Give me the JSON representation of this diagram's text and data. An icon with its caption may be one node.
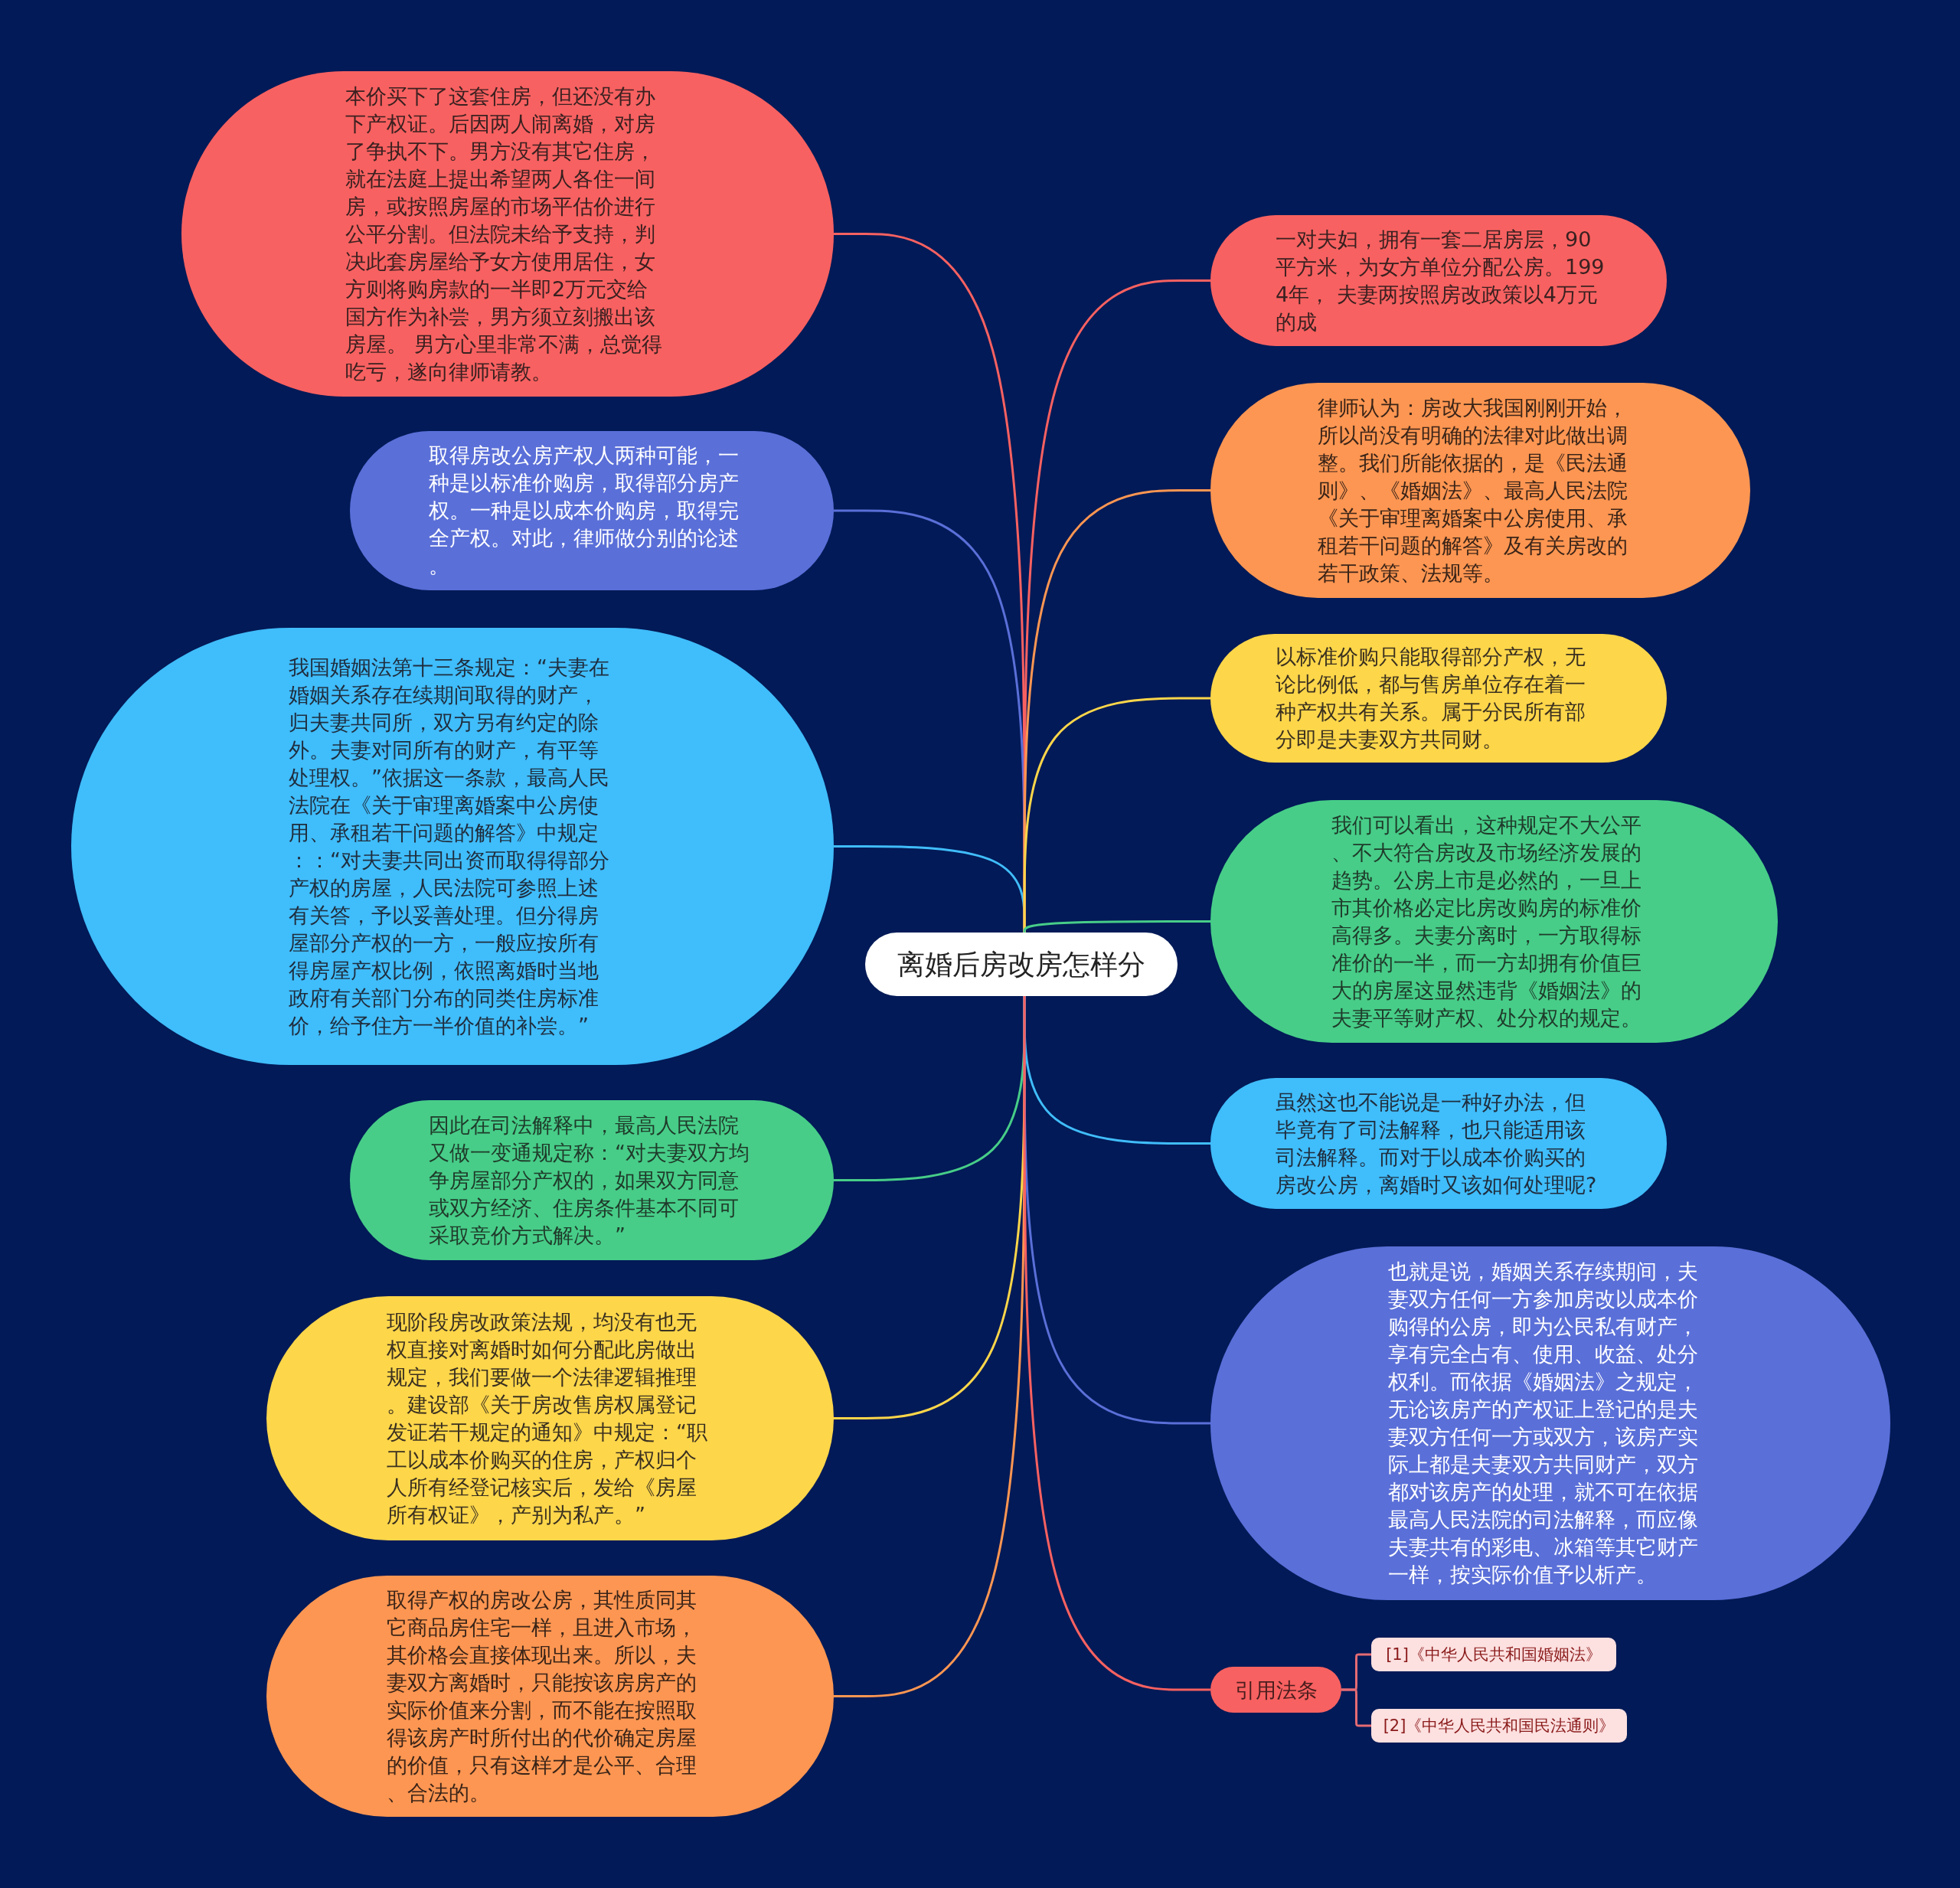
{
  "diagram": {
    "nodes": [
      {
        "text": [
          "离婚后房改房怎样分"
        ]
      },
      {
        "text": [
          "本价买下了这套住房，但还没有办下产权证。后因两人闹离婚，对房了争执不下。男方没有其它住房，就在法庭上提出希望两人各住一间房，或按照房屋的市场平估价进行公平分割。但法院未给予支持，判决此套房屋给予女方使用居住，女方则将购房款的一半即2万元交给国方作为补尝，男方须立刻搬出该房屋。 男方心里非常不满，总觉得吃亏，遂向律师请教。"
        ]
      },
      {
        "text": [
          "取得房改公房产权人两种可能，一种是以标准价购房，取得部分房产权。一种是以成本价购房，取得完全产权。对此，律师做分别的论述。"
        ]
      },
      {
        "text": [
          "我国婚姻法第十三条规定：“夫妻在婚姻关系存在续期间取得的财产，归夫妻共同所，双方另有约定的除外。夫妻对同所有的财产，有平等处理权。”依据这一条款，最高人民法院在《关于审理离婚案中公房使用、承租若干问题的解答》中规定：：“对夫妻共同出资而取得得部分产权的房屋，人民法院可参照上述有关答，予以妥善处理。但分得房屋部分产权的一方，一般应按所有得房屋产权比例，依照离婚时当地政府有关部门分布的同类住房标准价，给予住方一半价值的补尝。”"
        ]
      },
      {
        "text": [
          "因此在司法解释中，最高人民法院又做一变通规定称：“对夫妻双方均争房屋部分产权的，如果双方同意或双方经济、住房条件基本不同可采取竞价方式解决。”"
        ]
      },
      {
        "text": [
          "现阶段房改政策法规，均没有也无权直接对离婚时如何分配此房做出规定，我们要做一个法律逻辑推理。建设部《关于房改售房权属登记发证若干规定的通知》中规定：“职工以成本价购买的住房，产权归个人所有经登记核实后，发给《房屋所有权证》，产别为私产。”"
        ]
      },
      {
        "text": [
          "取得产权的房改公房，其性质同其它商品房住宅一样，且进入市场，其价格会直接体现出来。所以，夫妻双方离婚时，只能按该房房产的实际价值来分割，而不能在按照取得该房产时所付出的代价确定房屋的价值，只有这样才是公平、合理、合法的。"
        ]
      },
      {
        "text": [
          "一对夫妇，拥有一套二居房层，90平方米，为女方单位分配公房。1994年， 夫妻两按照房改政策以4万元的成"
        ]
      },
      {
        "text": [
          "律师认为：房改大我国刚刚开始，所以尚没有明确的法律对此做出调整。我们所能依据的，是《民法通则》、《婚姻法》、最高人民法院《关于审理离婚案中公房使用、承租若干问题的解答》及有关房改的若干政策、法规等。"
        ]
      },
      {
        "text": [
          "以标准价购只能取得部分产权，无论比例低，都与售房单位存在着一种产权共有关系。属于分民所有部分即是夫妻双方共同财。"
        ]
      },
      {
        "text": [
          "我们可以看出，这种规定不大公平、不大符合房改及市场经济发展的趋势。公房上市是必然的，一旦上市其价格必定比房改购房的标准价高得多。夫妻分离时，一方取得标准价的一半，而一方却拥有价值巨大的房屋这显然违背《婚姻法》的夫妻平等财产权、处分权的规定。"
        ]
      },
      {
        "text": [
          "虽然这也不能说是一种好办法，但毕竟有了司法解释，也只能适用该司法解释。而对于以成本价购买的房改公房，离婚时又该如何处理呢?"
        ]
      },
      {
        "text": [
          "也就是说，婚姻关系存续期间，夫妻双方任何一方参加房改以成本价购得的公房，即为公民私有财产，享有完全占有、使用、收益、处分权利。而依据《婚姻法》之规定，无论该房产的产权证上登记的是夫妻双方任何一方或双方，该房产实际上都是夫妻双方共同财产，双方都对该房产的处理，就不可在依据最高人民法院的司法解释，而应像夫妻共有的彩电、冰箱等其它财产一样，按实际价值予以析产。"
        ]
      },
      {
        "text": [
          "引用法条"
        ]
      },
      {
        "text": [
          "[1]《中华人民共和国婚姻法》"
        ]
      },
      {
        "text": [
          "[2]《中华人民共和国民法通则》"
        ]
      }
    ],
    "edges": [
      {
        "from": 0,
        "to": 1,
        "arrow": "none",
        "color": "#f86161"
      },
      {
        "from": 0,
        "to": 2,
        "arrow": "none",
        "color": "#5a6fd8"
      },
      {
        "from": 0,
        "to": 3,
        "arrow": "none",
        "color": "#40bdfb"
      },
      {
        "from": 0,
        "to": 4,
        "arrow": "none",
        "color": "#47cd88"
      },
      {
        "from": 0,
        "to": 5,
        "arrow": "none",
        "color": "#fdd64a"
      },
      {
        "from": 0,
        "to": 6,
        "arrow": "none",
        "color": "#fd9652"
      },
      {
        "from": 0,
        "to": 7,
        "arrow": "none",
        "color": "#f86161"
      },
      {
        "from": 0,
        "to": 8,
        "arrow": "none",
        "color": "#fd9652"
      },
      {
        "from": 0,
        "to": 9,
        "arrow": "none",
        "color": "#fdd64a"
      },
      {
        "from": 0,
        "to": 10,
        "arrow": "none",
        "color": "#47cd88"
      },
      {
        "from": 0,
        "to": 11,
        "arrow": "none",
        "color": "#40bdfb"
      },
      {
        "from": 0,
        "to": 12,
        "arrow": "none",
        "color": "#5a6fd8"
      },
      {
        "from": 0,
        "to": 13,
        "arrow": "none",
        "color": "#f86161"
      },
      {
        "from": 13,
        "to": 14,
        "arrow": "none",
        "color": "#e56b73"
      },
      {
        "from": 13,
        "to": 15,
        "arrow": "none",
        "color": "#e56b73"
      }
    ]
  }
}
